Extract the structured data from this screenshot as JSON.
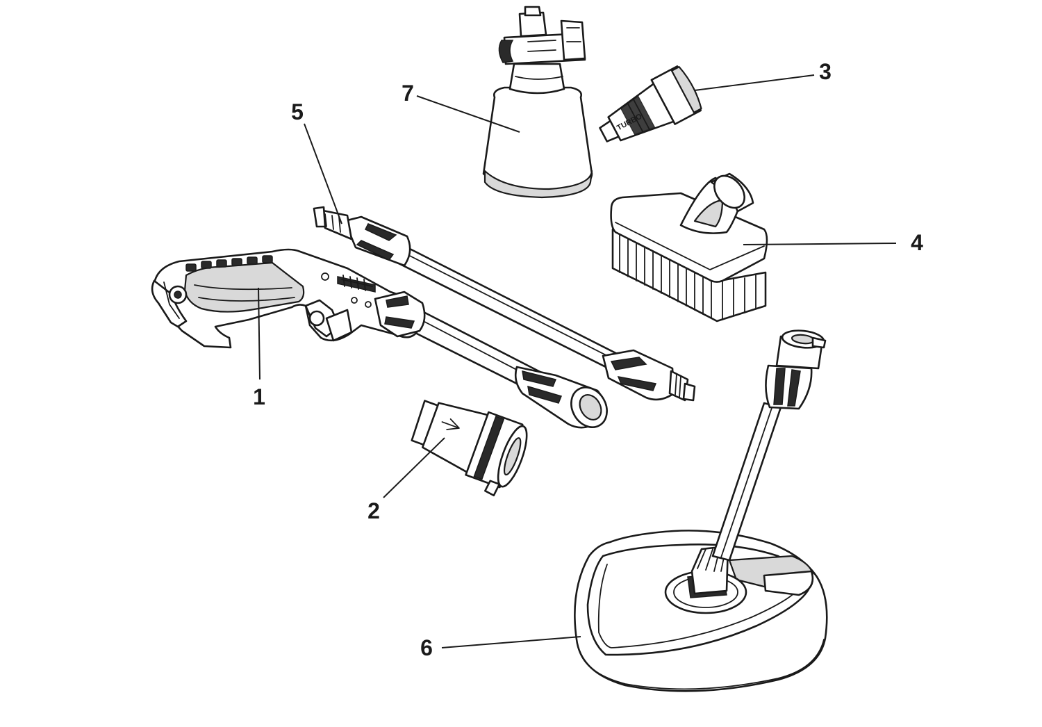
{
  "callouts": [
    {
      "id": "1",
      "label": "1"
    },
    {
      "id": "2",
      "label": "2"
    },
    {
      "id": "3",
      "label": "3"
    },
    {
      "id": "4",
      "label": "4"
    },
    {
      "id": "5",
      "label": "5"
    },
    {
      "id": "6",
      "label": "6"
    },
    {
      "id": "7",
      "label": "7"
    }
  ],
  "nozzle_marking": "TURBO"
}
